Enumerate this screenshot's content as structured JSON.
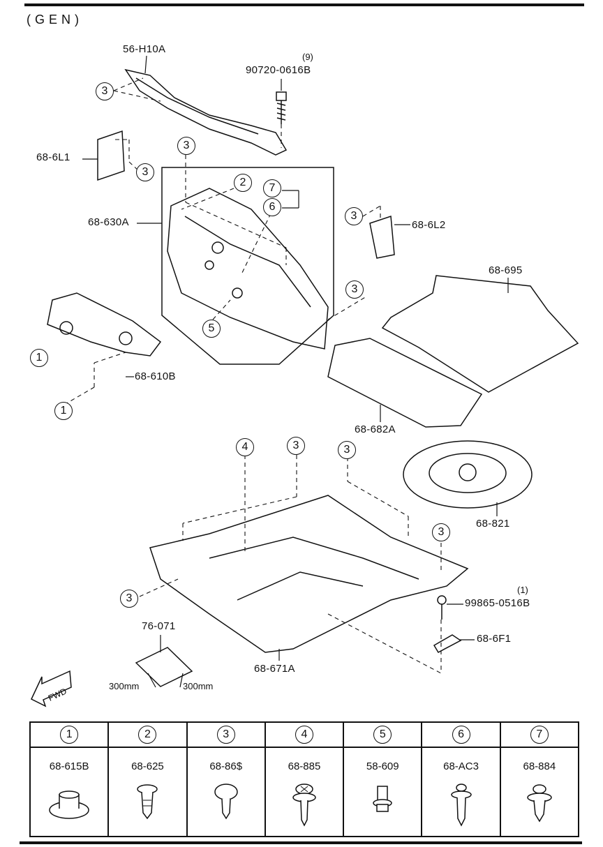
{
  "header": {
    "variant": "(GEN)"
  },
  "parts": {
    "p56h10a": "56-H10A",
    "bolt_qty": "(9)",
    "bolt": "90720-0616B",
    "p686l1": "68-6L1",
    "p68630a": "68-630A",
    "p686l2": "68-6L2",
    "p68695": "68-695",
    "p68610b": "68-610B",
    "p68682a": "68-682A",
    "p68821": "68-821",
    "screw_qty": "(1)",
    "screw": "99865-0516B",
    "p686f1": "68-6F1",
    "p76071": "76-071",
    "p68671a": "68-671A",
    "dim_a": "300mm",
    "dim_b": "300mm"
  },
  "callouts": {
    "c1": "1",
    "c2": "2",
    "c3": "3",
    "c4": "4",
    "c5": "5",
    "c6": "6",
    "c7": "7"
  },
  "fwd": "FWD",
  "legend": [
    {
      "num": "1",
      "part": "68-615B"
    },
    {
      "num": "2",
      "part": "68-625"
    },
    {
      "num": "3",
      "part": "68-86$"
    },
    {
      "num": "4",
      "part": "68-885"
    },
    {
      "num": "5",
      "part": "58-609"
    },
    {
      "num": "6",
      "part": "68-AC3"
    },
    {
      "num": "7",
      "part": "68-884"
    }
  ]
}
